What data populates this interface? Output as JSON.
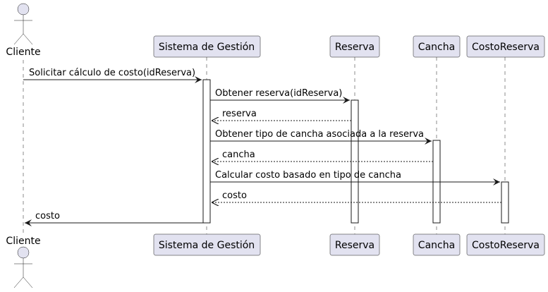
{
  "participants": [
    {
      "id": "cliente",
      "label": "Cliente",
      "kind": "actor"
    },
    {
      "id": "sistema",
      "label": "Sistema de Gestión",
      "kind": "participant"
    },
    {
      "id": "reserva",
      "label": "Reserva",
      "kind": "participant"
    },
    {
      "id": "cancha",
      "label": "Cancha",
      "kind": "participant"
    },
    {
      "id": "costo",
      "label": "CostoReserva",
      "kind": "participant"
    }
  ],
  "messages": [
    {
      "from": "cliente",
      "to": "sistema",
      "label": "Solicitar cálculo de costo(idReserva)",
      "kind": "sync"
    },
    {
      "from": "sistema",
      "to": "reserva",
      "label": "Obtener reserva(idReserva)",
      "kind": "sync"
    },
    {
      "from": "reserva",
      "to": "sistema",
      "label": "reserva",
      "kind": "return"
    },
    {
      "from": "sistema",
      "to": "cancha",
      "label": "Obtener tipo de cancha asociada a la reserva",
      "kind": "sync"
    },
    {
      "from": "cancha",
      "to": "sistema",
      "label": "cancha",
      "kind": "return"
    },
    {
      "from": "sistema",
      "to": "costo",
      "label": "Calcular costo basado en tipo de cancha",
      "kind": "sync"
    },
    {
      "from": "costo",
      "to": "sistema",
      "label": "costo",
      "kind": "return"
    },
    {
      "from": "sistema",
      "to": "cliente",
      "label": "costo",
      "kind": "sync"
    }
  ]
}
